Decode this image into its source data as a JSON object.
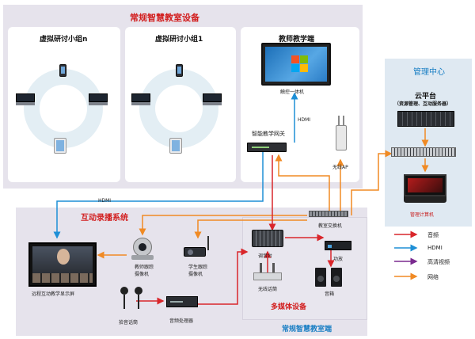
{
  "regions": {
    "top": "常规智慧教室设备",
    "virtual_n": "虚拟研讨小组n",
    "virtual_1": "虚拟研讨小组1",
    "teacher": "教师教学端",
    "interactive": "互动录播系统",
    "multimedia": "多媒体设备",
    "classroom_end": "常规智慧教室端",
    "mgmt": "管理中心"
  },
  "devices": {
    "touch_display": "触控一体机",
    "gateway": "智能教学网关",
    "wifi_ap": "无线AP",
    "remote_screen": "远程互动教学显示屏",
    "teacher_cam": "教师跟踪\n摄像机",
    "student_cam": "学生跟踪\n摄像机",
    "mic": "拾音话筒",
    "audio_proc": "音频处理器",
    "mixer": "调音台",
    "power_amp": "功放",
    "wireless_mic": "无线话筒",
    "speaker": "音箱",
    "classroom_switch": "教室交换机",
    "cloud": "云平台",
    "cloud_sub": "（资源管理、互动服务器）",
    "mgmt_pc": "管理计算机"
  },
  "wire_labels": {
    "hdmi_gateway": "HDMI",
    "hdmi_remote": "HDMI"
  },
  "legend": [
    {
      "label": "音频",
      "color": "#d9262b"
    },
    {
      "label": "HDMI",
      "color": "#1e8fd6"
    },
    {
      "label": "高清视频",
      "color": "#7a2a8f"
    },
    {
      "label": "网络",
      "color": "#f08a24"
    }
  ]
}
